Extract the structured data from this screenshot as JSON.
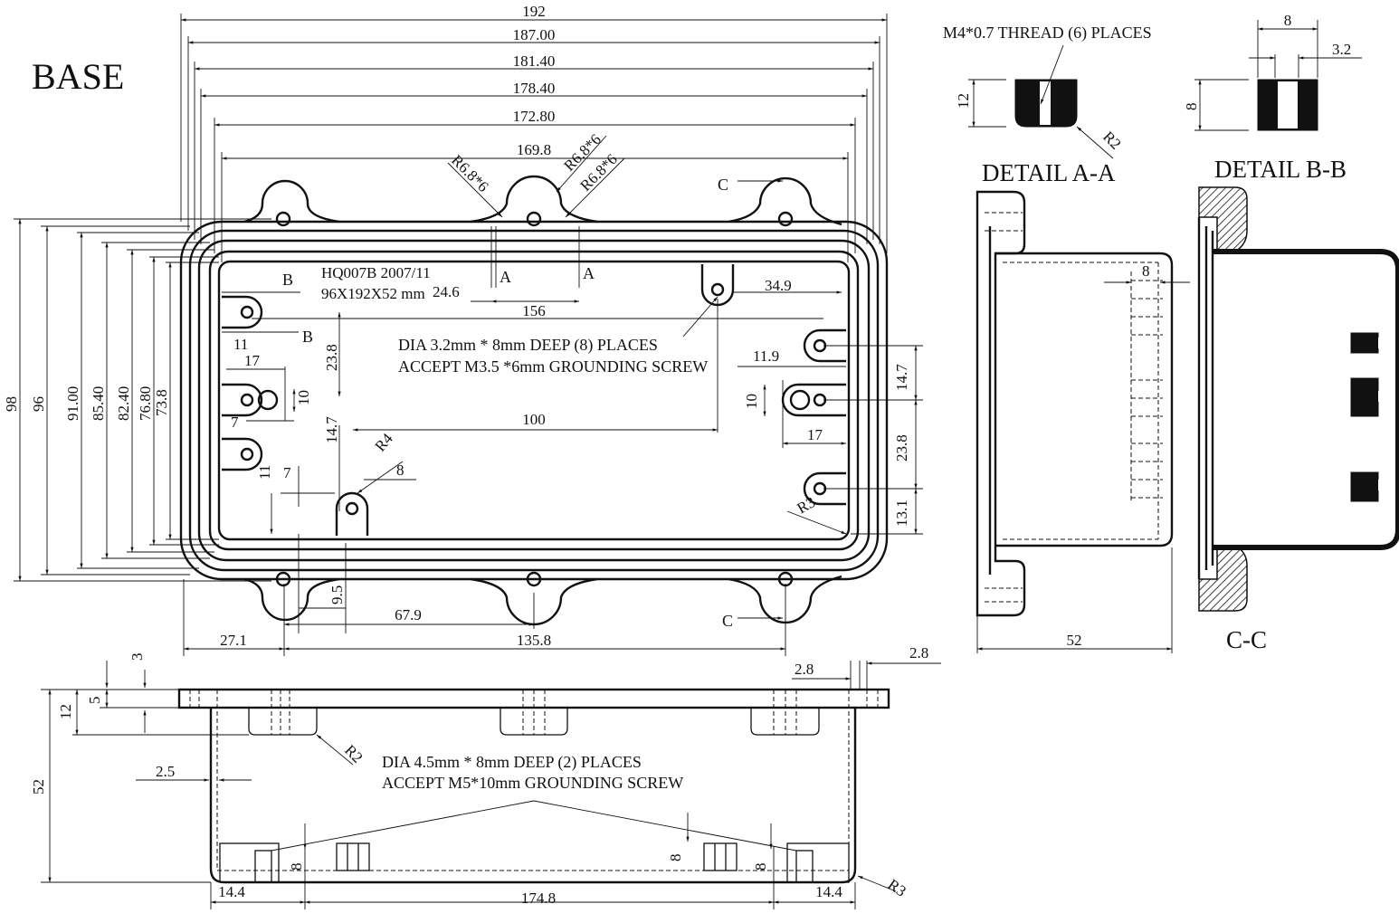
{
  "title": "BASE",
  "model": {
    "line1": "HQ007B 2007/11",
    "line2": "96X192X52 mm"
  },
  "notes": {
    "top_line1": "DIA 3.2mm * 8mm DEEP (8) PLACES",
    "top_line2": "ACCEPT M3.5 *6mm GROUNDING SCREW",
    "side_line1": "DIA 4.5mm * 8mm DEEP (2) PLACES",
    "side_line2": "ACCEPT M5*10mm GROUNDING SCREW",
    "thread": "M4*0.7 THREAD (6) PLACES"
  },
  "section_labels": {
    "a": "A",
    "b": "B",
    "c": "C",
    "detail_aa": "DETAIL A-A",
    "detail_bb": "DETAIL B-B",
    "cc": "C-C"
  },
  "dims": {
    "top": [
      "192",
      "187.00",
      "181.40",
      "178.40",
      "172.80",
      "169.8"
    ],
    "radius_r68": "R6.8*6",
    "left": [
      "98",
      "96",
      "91.00",
      "85.40",
      "82.40",
      "76.80",
      "73.8"
    ],
    "inner": {
      "d24_6": "24.6",
      "d156": "156",
      "d34_9": "34.9",
      "d11": "11",
      "d17": "17",
      "d23_8": "23.8",
      "d10": "10",
      "d7": "7",
      "d14_7": "14.7",
      "d100": "100",
      "r4": "R4",
      "d8": "8",
      "d11_9": "11.9",
      "r3": "R3",
      "d13_1": "13.1",
      "d9_5": "9.5",
      "d67_9": "67.9",
      "d27_1": "27.1",
      "d135_8": "135.8"
    },
    "side": {
      "d3": "3",
      "d5": "5",
      "d12": "12",
      "d52": "52",
      "d2_5": "2.5",
      "r2": "R2",
      "d8": "8",
      "d14_4": "14.4",
      "d174_8": "174.8",
      "r3": "R3",
      "d2_8": "2.8"
    },
    "detail": {
      "d12": "12",
      "r2": "R2",
      "d8": "8",
      "d3_2": "3.2",
      "d8_sec": "8",
      "d52": "52"
    }
  }
}
